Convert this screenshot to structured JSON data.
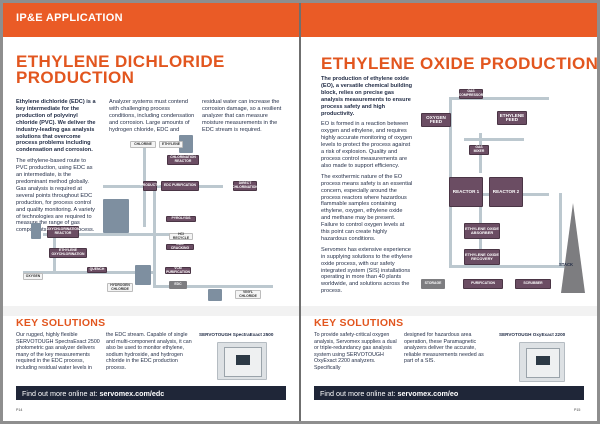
{
  "left_page": {
    "header": "IP&E APPLICATION",
    "title": "ETHYLENE DICHLORIDE PRODUCTION",
    "col1": [
      "Ethylene dichloride (EDC) is a key intermediate for the production of polyvinyl chloride (PVC). We deliver the industry-leading gas analysis solutions that overcome process problems including condensation and corrosion.",
      "The ethylene-based route to PVC production, using EDC as an intermediate, is the predominant method globally. Gas analysis is required at several points throughout EDC production, for process control and quality monitoring. A variety of technologies are required to measure the range of gas components within the process."
    ],
    "col2": [
      "Analyzer systems must contend with challenging process conditions, including condensation and corrosion. Large amounts of hydrogen chloride, EDC and"
    ],
    "col3": [
      "residual water can increase the corrosion damage, so a resilient analyzer that can measure moisture measurements in the EDC stream is required."
    ],
    "diagram": {
      "nodes": [
        "CHLORINE",
        "ETHYLENE",
        "CHLORINATION REACTOR",
        "EDC PURIFICATION",
        "PRODUCTS",
        "DIRECT CHLORINATION",
        "PYROLYSIS",
        "OXYCHLORINATION REACTOR",
        "ETHYLENE OXYCHLORINATION",
        "OXYGEN",
        "HCl RECYCLE",
        "EDC CRACKING",
        "VCM PURIFICATION",
        "QUENCH",
        "HYDROGEN CHLORIDE",
        "EDC",
        "VINYL CHLORIDE"
      ]
    },
    "key_solutions": {
      "title": "KEY SOLUTIONS",
      "col1": "Our rugged, highly flexible SERVOTOUGH SpectraExact 2500 photometric gas analyzer delivers many of the key measurements required in the EDC process, including residual water levels in",
      "col2": "the EDC stream. Capable of single and multi-component analysis, it can also be used to monitor ethylene, sodium hydroxide, and hydrogen chloride in the EDC production process.",
      "product_label": "SERVOTOUGH SpectraExact 2500"
    },
    "find_out_more": {
      "prefix": "Find out more online at: ",
      "url": "servomex.com/edc"
    },
    "page_number": "P14"
  },
  "right_page": {
    "title": "ETHYLENE OXIDE PRODUCTION",
    "col1": [
      "The production of ethylene oxide (EO), a versatile chemical building block, relies on precise gas analysis measurements to ensure process safety and high productivity.",
      "EO is formed in a reaction between oxygen and ethylene, and requires highly accurate monitoring of oxygen levels to protect the process against a risk of explosion. Quality and process control measurements are also made to support efficiency.",
      "The exothermic nature of the EO process means safety is an essential concern, especially around the process reactors where hazardous flammable samples containing ethylene, oxygen, ethylene oxide and methane may be present. Failure to control oxygen levels at this point can create highly hazardous conditions.",
      "Servomex has extensive experience in supplying solutions to the ethylene oxide process, with our safety integrated system (SIS) installations operating in more than 40 plants worldwide, and solutions across the process."
    ],
    "diagram": {
      "nodes": {
        "gas_compressor": "GAS COMPRESSOR",
        "oxygen_feed": "OXYGEN FEED",
        "ethylene_feed": "ETHYLENE FEED",
        "gas_mixer": "GAS MIXER",
        "reactor_1": "REACTOR 1",
        "reactor_2": "REACTOR 2",
        "ethylene_oxide_absorber": "ETHYLENE OXIDE ABSORBER",
        "ethylene_oxide_recovery": "ETHYLENE OXIDE RECOVERY",
        "storage": "STORAGE",
        "purification": "PURIFICATION",
        "scrubber": "SCRUBBER",
        "stack": "STACK"
      }
    },
    "key_solutions": {
      "title": "KEY SOLUTIONS",
      "col1": "To provide safety-critical oxygen analysis, Servomex supplies a dual or triple-redundancy gas analysis system using SERVOTOUGH OxyExact 2200 analyzers. Specifically",
      "col2": "designed for hazardous area operation, these Paramagnetic analyzers deliver the accurate, reliable measurements needed as part of a SIS.",
      "product_label": "SERVOTOUGH OxyExact 2200"
    },
    "find_out_more": {
      "prefix": "Find out more online at: ",
      "url": "servomex.com/eo"
    },
    "page_number": "P15"
  },
  "colors": {
    "accent_orange": "#ea5b26",
    "navy": "#1f2638",
    "diagram_purple": "#6b4d63"
  }
}
